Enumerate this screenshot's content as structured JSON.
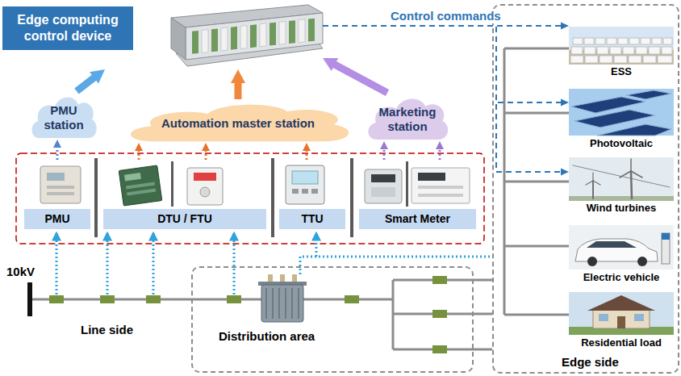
{
  "diagram": {
    "nodes": [
      {
        "text": [
          "Edge computing control device"
        ]
      },
      {
        "text": [
          "PMU station"
        ]
      },
      {
        "text": [
          "Automation master station"
        ]
      },
      {
        "text": [
          "Marketing station"
        ]
      },
      {
        "text": [
          "PMU"
        ]
      },
      {
        "text": [
          "DTU / FTU"
        ]
      },
      {
        "text": [
          "TTU"
        ]
      },
      {
        "text": [
          "Smart Meter"
        ]
      },
      {
        "text": [
          "Distribution area"
        ]
      },
      {
        "text": [
          "Edge side"
        ]
      },
      {
        "text": [
          "ESS"
        ],
        "in": 9
      },
      {
        "text": [
          "Photovoltaic"
        ],
        "in": 9
      },
      {
        "text": [
          "Wind turbines"
        ],
        "in": 9
      },
      {
        "text": [
          "Electric vehicle"
        ],
        "in": 9
      },
      {
        "text": [
          "Residential load"
        ],
        "in": 9
      }
    ],
    "edges": [
      {
        "from": 1,
        "to": 0,
        "arrow": "to"
      },
      {
        "from": 2,
        "to": 0,
        "arrow": "to"
      },
      {
        "from": 3,
        "to": 0,
        "arrow": "to"
      },
      {
        "from": 0,
        "to": 10,
        "arrow": "to",
        "label": "Control commands"
      },
      {
        "from": 0,
        "to": 11,
        "arrow": "to"
      },
      {
        "from": 0,
        "to": 12,
        "arrow": "to"
      },
      {
        "from": 4,
        "to": 1,
        "arrow": "to"
      },
      {
        "from": 5,
        "to": 2,
        "arrow": "to"
      },
      {
        "from": 5,
        "to": 2,
        "arrow": "to"
      },
      {
        "from": 6,
        "to": 2,
        "arrow": "to"
      },
      {
        "from": 7,
        "to": 3,
        "arrow": "to"
      },
      {
        "from": 7,
        "to": 3,
        "arrow": "to"
      }
    ],
    "labels": [
      "10kV",
      "Line side"
    ]
  }
}
